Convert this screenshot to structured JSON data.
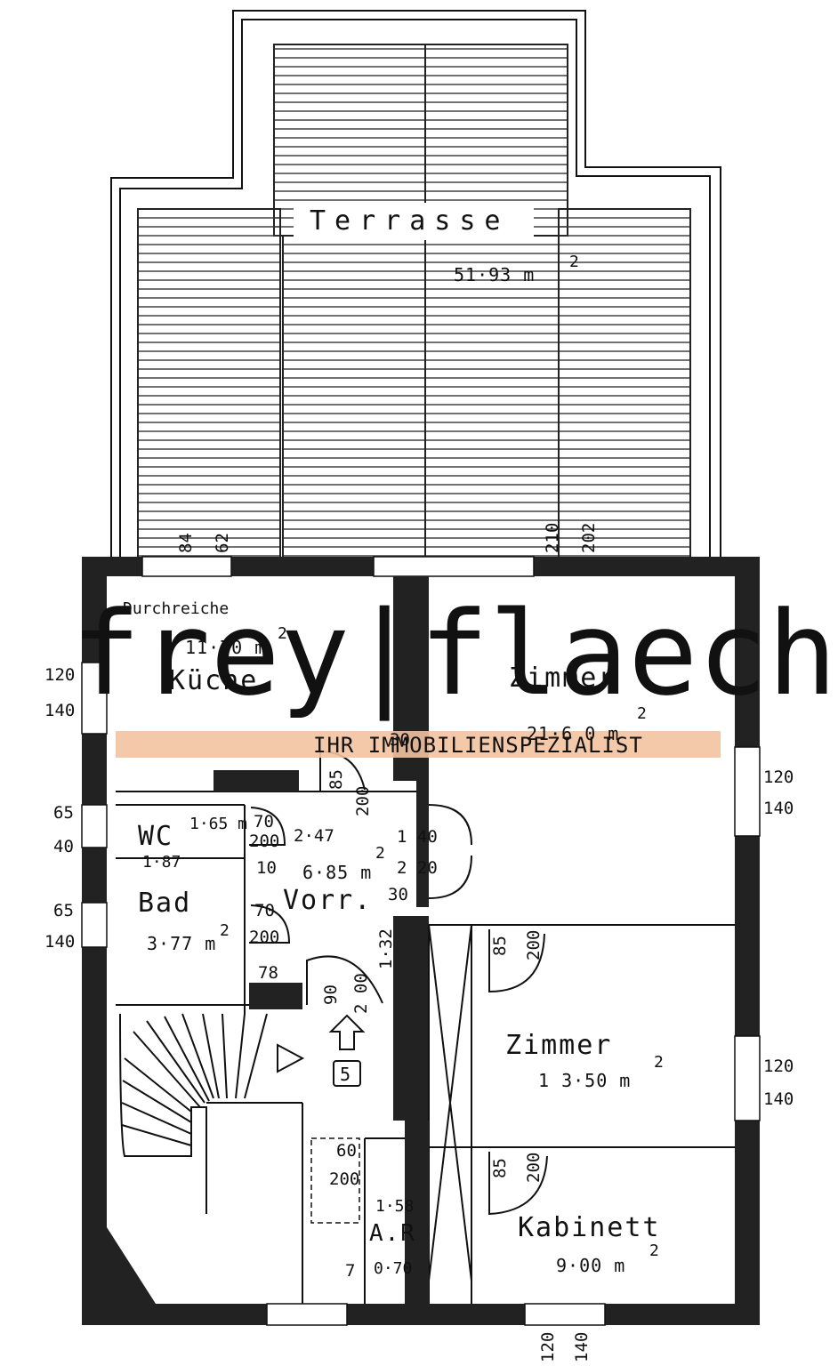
{
  "rooms": {
    "terrace": {
      "name": "Terrasse",
      "area": "51·93 m",
      "unit_sup": "2"
    },
    "kitchen": {
      "name": "Küche",
      "area": "11·70 m",
      "unit_sup": "2",
      "note": "Durchreiche"
    },
    "room1": {
      "name": "Zimmer",
      "area": "21·6 0 m",
      "unit_sup": "2"
    },
    "wc": {
      "name": "WC",
      "area": "1·65 m"
    },
    "bath": {
      "name": "Bad",
      "area": "3·77 m",
      "unit_sup": "2"
    },
    "hall": {
      "name": "Vorr.",
      "area": "6·85 m",
      "unit_sup": "2"
    },
    "room2": {
      "name": "Zimmer",
      "area": "1 3·50 m",
      "unit_sup": "2"
    },
    "cabinet": {
      "name": "Kabinett",
      "area": "9·00 m",
      "unit_sup": "2"
    },
    "storage": {
      "name": "A.R",
      "area_top": "1·58",
      "area_bottom": "0·70"
    }
  },
  "stair_marker": "5",
  "dimensions": {
    "d_84": "84",
    "d_62": "62",
    "d_210": "210",
    "d_202": "202",
    "left_120a": "120",
    "left_140a": "140",
    "left_65a": "65",
    "left_40": "40",
    "left_65b": "65",
    "left_140b": "140",
    "right_120a": "120",
    "right_140a": "140",
    "right_120b": "120",
    "right_140b": "140",
    "bottom_120": "120",
    "bottom_140": "140",
    "d_30a": "30",
    "d_30b": "30",
    "d_85a": "85",
    "d_200a": "200",
    "d_70a": "70",
    "d_200b": "200",
    "d_247": "2·47",
    "d_140": "1 40",
    "d_220": "2 20",
    "d_10": "10",
    "d_187": "1·87",
    "d_70b": "70",
    "d_200c": "200",
    "d_78": "78",
    "d_90": "90",
    "d_200d": "2 00",
    "d_132": "1·32",
    "d_85b": "85",
    "d_200e": "200",
    "d_85c": "85",
    "d_200f": "200",
    "d_60": "60",
    "d_200g": "200",
    "d_7": "7"
  },
  "watermark": {
    "brand": "frey|flaeche",
    "tagline": "IHR IMMOBILIENSPEZIALIST",
    "colors": {
      "banner": "#f2c3a1",
      "text": "#cfcfcf"
    }
  }
}
